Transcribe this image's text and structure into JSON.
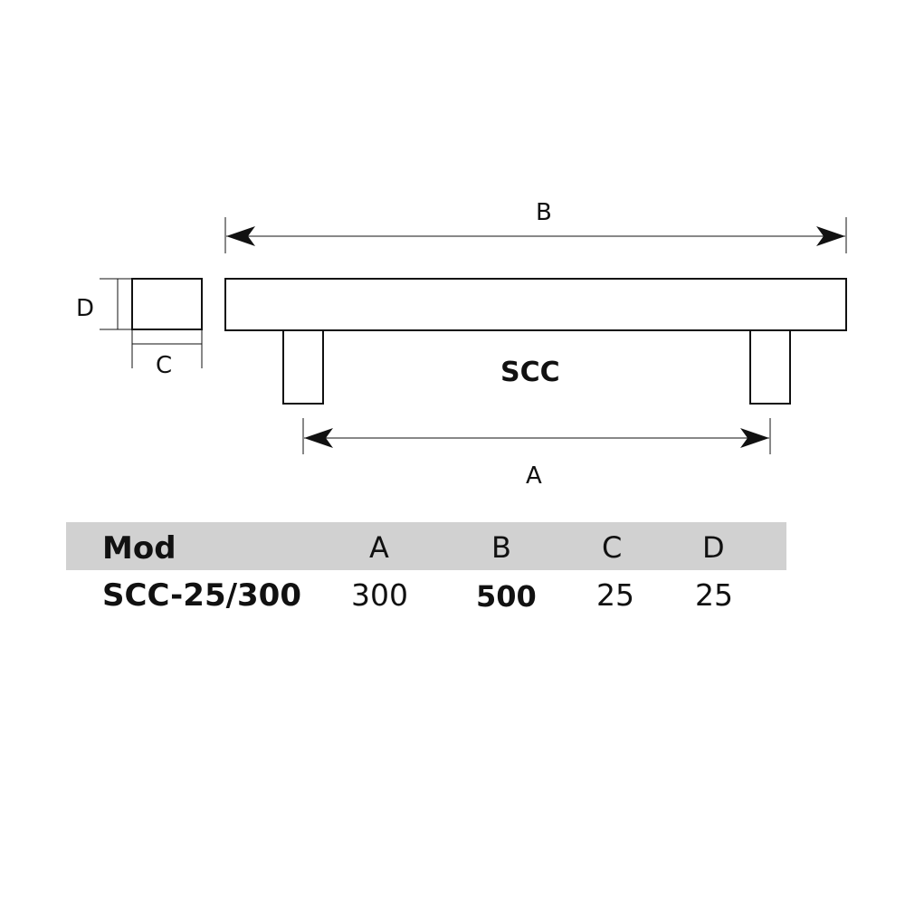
{
  "diagram": {
    "labels": {
      "b": "B",
      "a": "A",
      "c": "C",
      "d": "D",
      "model_name": "SCC"
    }
  },
  "table": {
    "headers": [
      "Mod",
      "A",
      "B",
      "C",
      "D"
    ],
    "row": [
      "SCC-25/300",
      "300",
      "500",
      "25",
      "25"
    ]
  },
  "colors": {
    "header_bg": "#d1d1d1"
  }
}
